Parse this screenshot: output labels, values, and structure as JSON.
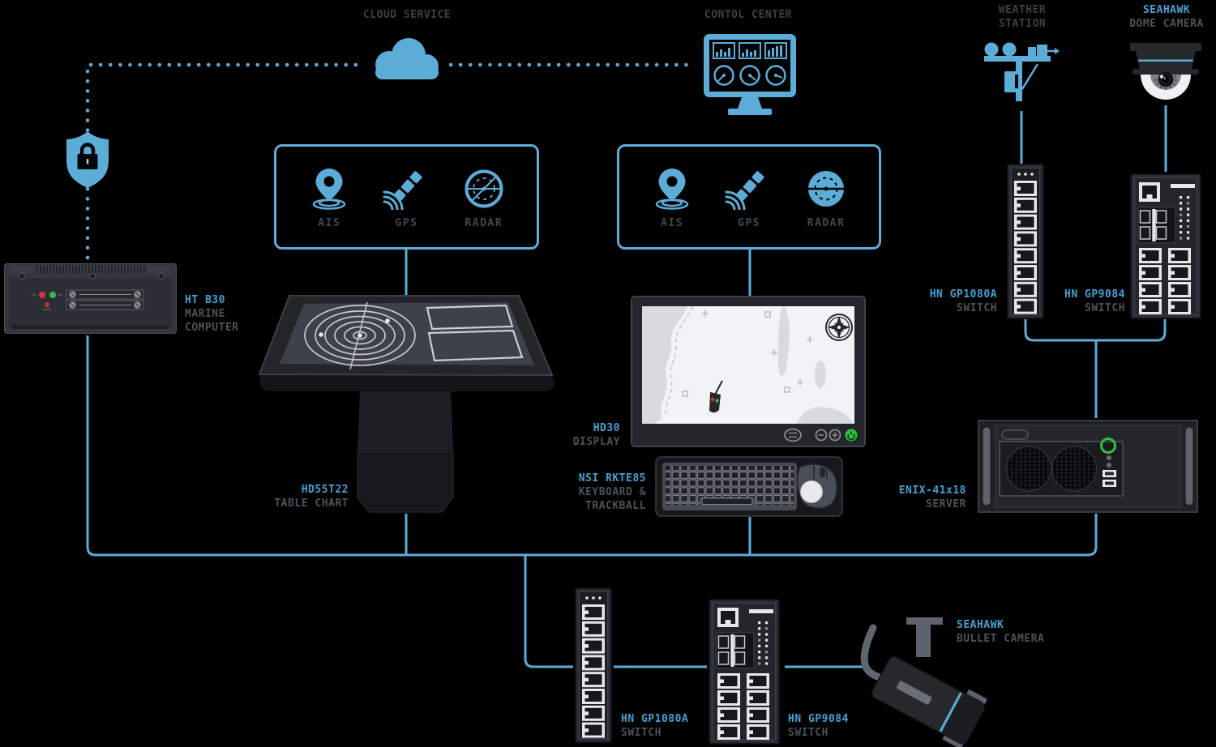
{
  "colors": {
    "accent": "#5badd8",
    "model_text": "#46a0d2",
    "label_text": "#4c525a",
    "title_text": "#3a4046",
    "power_green": "#2ec43c",
    "led_red": "#d3392f",
    "led_green": "#3bb54a"
  },
  "cloud_service": {
    "title": "CLOUD SERVICE"
  },
  "control_center": {
    "title": "CONTOL CENTER"
  },
  "weather_station": {
    "title_line1": "WEATHER",
    "title_line2": "STATION"
  },
  "dome_camera": {
    "model": "SEAHAWK",
    "name": "DOME CAMERA"
  },
  "sensor_groups": {
    "left": {
      "ais": "AIS",
      "gps": "GPS",
      "radar": "RADAR"
    },
    "right": {
      "ais": "AIS",
      "gps": "GPS",
      "radar": "RADAR"
    }
  },
  "marine_computer": {
    "model": "HT B30",
    "name_line1": "MARINE",
    "name_line2": "COMPUTER"
  },
  "table_chart": {
    "model": "HD55T22",
    "name": "TABLE CHART"
  },
  "display": {
    "model": "HD30",
    "name": "DISPLAY"
  },
  "keyboard": {
    "model": "NSI RKTE85",
    "name_line1": "KEYBOARD &",
    "name_line2": "TRACKBALL"
  },
  "server": {
    "model": "ENIX-41x18",
    "name": "SERVER"
  },
  "switches": {
    "top_left": {
      "model": "HN GP1080A",
      "name": "SWITCH"
    },
    "top_right": {
      "model": "HN GP9084",
      "name": "SWITCH"
    },
    "bottom_left": {
      "model": "HN GP1080A",
      "name": "SWITCH"
    },
    "bottom_right": {
      "model": "HN GP9084",
      "name": "SWITCH"
    }
  },
  "bullet_camera": {
    "model": "SEAHAWK",
    "name": "BULLET CAMERA"
  }
}
